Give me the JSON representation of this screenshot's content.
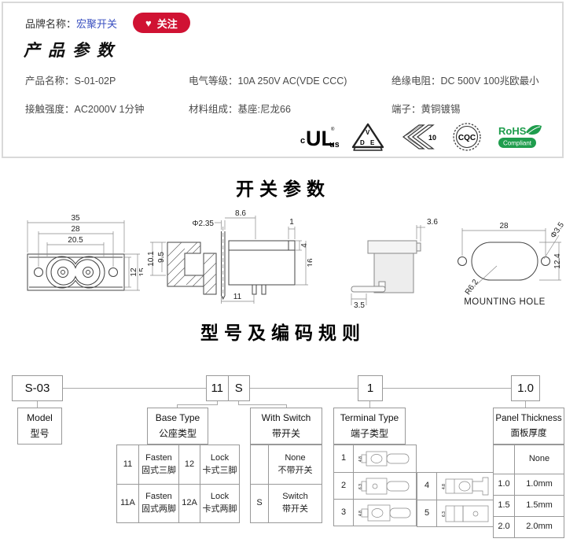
{
  "header": {
    "brand_label": "品牌名称：",
    "brand_name": "宏聚开关",
    "heart": "♥",
    "follow": "关注",
    "title": "产品参数",
    "params": [
      {
        "label": "产品名称：",
        "value": "S-01-02P"
      },
      {
        "label": "电气等级：",
        "value": "10A  250V AC(VDE CCC)"
      },
      {
        "label": "绝缘电阻：",
        "value": "DC 500V 100兆欧最小"
      },
      {
        "label": "接触强度：",
        "value": "AC2000V 1分钟"
      },
      {
        "label": "材料组成：",
        "value": "基座:尼龙66"
      },
      {
        "label": "端子：",
        "value": "黄铜镀锡"
      }
    ],
    "certs": {
      "ul_c": "c",
      "ul": "UL",
      "ul_r": "®",
      "ul_us": "us",
      "vde_v": "V",
      "vde_d": "D",
      "vde_e": "E",
      "enec": "10",
      "cqc": "CQC",
      "rohs": "RoHS",
      "rohs_sub": "Compliant"
    }
  },
  "switch_params": {
    "title": "开关参数",
    "front_view": {
      "dim_35": "35",
      "dim_28": "28",
      "dim_205": "20.5",
      "dim_12": "12",
      "dim_15": "15"
    },
    "section_view": {
      "dim_d235": "Φ2.35",
      "dim_86": "8.6",
      "dim_1": "1",
      "dim_4": "4",
      "dim_101": "10.1",
      "dim_95": "9.5",
      "dim_16": "16",
      "dim_11": "11"
    },
    "side_view": {
      "dim_36": "3.6",
      "dim_35": "3.5"
    },
    "mounting_view": {
      "dim_28": "28",
      "dim_d35": "Φ3.5",
      "dim_124": "12.4",
      "dim_r62": "R6.2",
      "caption": "MOUNTING HOLE"
    }
  },
  "coding": {
    "title": "型号及编码规则",
    "code_model": "S-03",
    "code_base": "11",
    "code_switch": "S",
    "code_terminal": "1",
    "code_panel": "1.0",
    "model_group": {
      "en": "Model",
      "zh": "型号"
    },
    "base_group": {
      "en": "Base Type",
      "zh": "公座类型",
      "rows": [
        {
          "c1": "11",
          "t1en": "Fasten",
          "t1zh": "固式三脚",
          "c2": "12",
          "t2en": "Lock",
          "t2zh": "卡式三脚"
        },
        {
          "c1": "11A",
          "t1en": "Fasten",
          "t1zh": "固式两脚",
          "c2": "12A",
          "t2en": "Lock",
          "t2zh": "卡式两脚"
        }
      ]
    },
    "switch_group": {
      "en": "With Switch",
      "zh": "带开关",
      "rows": [
        {
          "code": "",
          "en": "None",
          "zh": "不带开关"
        },
        {
          "code": "S",
          "en": "Switch",
          "zh": "带开关"
        }
      ]
    },
    "terminal_group": {
      "en": "Terminal Type",
      "zh": "端子类型",
      "rows": [
        {
          "code": "1",
          "dim": "4.8"
        },
        {
          "code": "2",
          "dim": "6.3"
        },
        {
          "code": "3",
          "dim": "4.8"
        },
        {
          "code": "4",
          "dim": "4.8"
        },
        {
          "code": "5",
          "dim": "6.3"
        }
      ]
    },
    "panel_group": {
      "en": "Panel Thickness",
      "zh": "面板厚度",
      "rows": [
        {
          "code": "",
          "value": "None"
        },
        {
          "code": "1.0",
          "value": "1.0mm"
        },
        {
          "code": "1.5",
          "value": "1.5mm"
        },
        {
          "code": "2.0",
          "value": "2.0mm"
        }
      ]
    }
  }
}
